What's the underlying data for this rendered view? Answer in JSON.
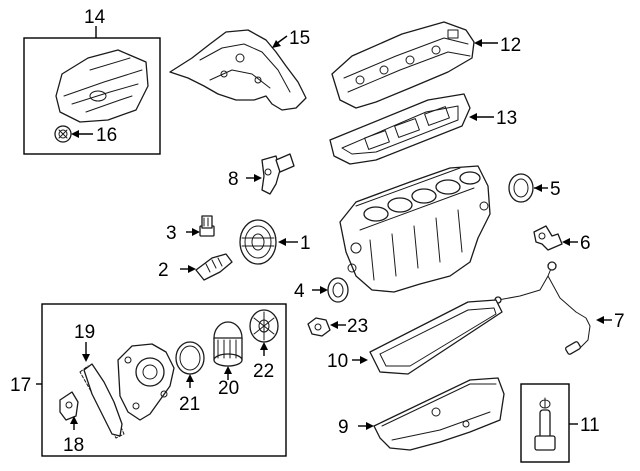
{
  "callouts": {
    "c1": "1",
    "c2": "2",
    "c3": "3",
    "c4": "4",
    "c5": "5",
    "c6": "6",
    "c7": "7",
    "c8": "8",
    "c9": "9",
    "c10": "10",
    "c11": "11",
    "c12": "12",
    "c13": "13",
    "c14": "14",
    "c15": "15",
    "c16": "16",
    "c17": "17",
    "c18": "18",
    "c19": "19",
    "c20": "20",
    "c21": "21",
    "c22": "22",
    "c23": "23"
  },
  "colors": {
    "line": "#1a1a1a",
    "background": "#ffffff"
  }
}
